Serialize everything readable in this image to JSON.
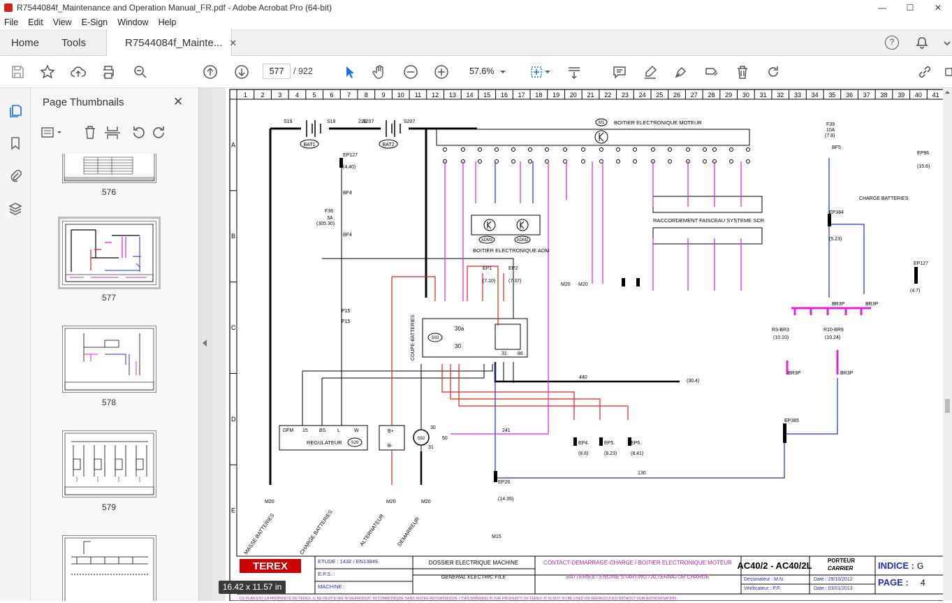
{
  "window": {
    "title": "R7544084f_Maintenance and Operation Manual_FR.pdf - Adobe Acrobat Pro (64-bit)"
  },
  "menu": [
    "File",
    "Edit",
    "View",
    "E-Sign",
    "Window",
    "Help"
  ],
  "tabs": {
    "home": "Home",
    "tools": "Tools",
    "document": "R7544084f_Mainte..."
  },
  "toolbar": {
    "page_current": "577",
    "page_total": "/ 922",
    "zoom": "57.6%"
  },
  "panel": {
    "title": "Page Thumbnails",
    "thumbnails": [
      "576",
      "577",
      "578",
      "579"
    ]
  },
  "size_tooltip": "16.42 x 11.57 in",
  "schematic": {
    "columns": [
      "1",
      "2",
      "3",
      "4",
      "5",
      "6",
      "7",
      "8",
      "9",
      "10",
      "11",
      "12",
      "13",
      "14",
      "15",
      "16",
      "17",
      "18",
      "19",
      "20",
      "21",
      "22",
      "23",
      "24",
      "25",
      "26",
      "27",
      "28",
      "29",
      "30",
      "31",
      "32",
      "33",
      "34",
      "35",
      "36",
      "37",
      "38",
      "39",
      "40",
      "41"
    ],
    "rows": [
      "A",
      "B",
      "C",
      "D",
      "E"
    ],
    "labels": {
      "ecu_title": "BOITIER ELECTRONIQUE MOTEUR",
      "adm_title": "BOITIER ELECTRONIQUE ADM",
      "scr_title": "RACCORDEMENT FAISCEAU SYSTEME SCR",
      "charge": "CHARGE BATTERIES",
      "regulator": "REGULATEUR",
      "coupe": "COUPE-BATTERIES",
      "bat1": "BAT1",
      "bat2": "BAT2",
      "masse": "MASSE BATTERIES",
      "charge_bat": "CHARGE BATTERIES",
      "alternateur": "ALTERNATEUR",
      "demarreur": "DEMARREUR"
    },
    "titleblock": {
      "brand": "TEREX",
      "etude": "ETUDE :   1432 / EN13849",
      "eps": "E.P.S. :",
      "machine": "MACHINE :",
      "dossier": "DOSSIER ELECTRIQUE MACHINE",
      "general": "GENERAL ELECTRIC FILE",
      "title_fr": "CONTACT-DEMARRAGE-CHARGE / BOITIER ELECTRONIQUE MOTEUR",
      "title_en": "BATTERIES / ENGINE STARTING / ALTERNATOR CHARGE",
      "model": "AC40/2 - AC40/2L",
      "porteur": "PORTEUR",
      "carrier": "CARRIER",
      "dessinateur": "Dessinateur :  M.N.",
      "verificateur": "Vérificateur :  P.P.",
      "date1": "Date :   29/10/2012",
      "date2": "Date :   03/01/2013",
      "indice": "INDICE :",
      "indice_val": "G",
      "page": "PAGE :",
      "page_val": "4",
      "footer": "CE PLAN EST LA PROPRIETE DE TEREX. IL NE PEUT ETRE NI REPRODUIT, NI COMMUNIQUE SANS NOTRE AUTORISATION. / THIS DRAWING IS THE PROPERTY OF TEREX. IT IS NOT TO BE USED OR REPRODUCED WITHOUT OUR AUTHORISATION."
    }
  },
  "colors": {
    "magenta": "#e020e0",
    "blue": "#2030c0",
    "red": "#e02020",
    "accent": "#1473e6"
  }
}
